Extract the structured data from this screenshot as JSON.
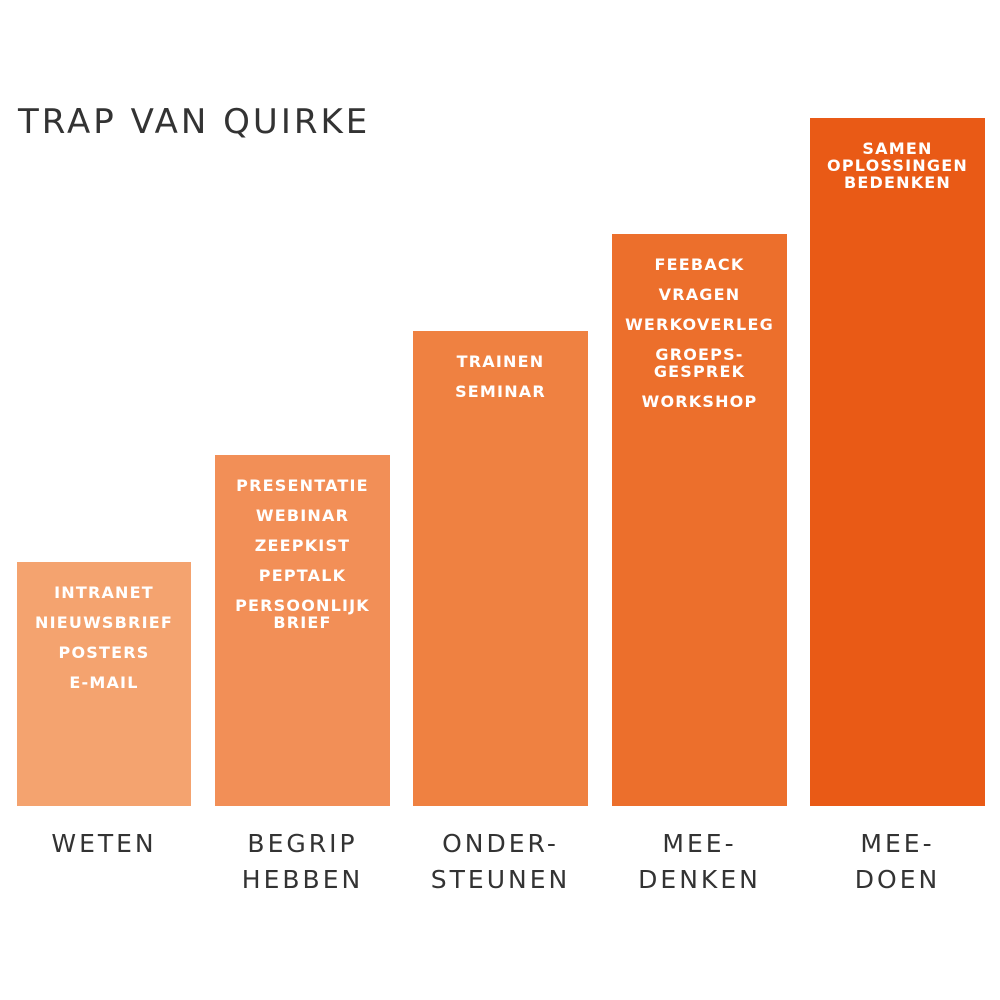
{
  "title": "TRAP VAN QUIRKE",
  "steps": [
    {
      "label": "WETEN",
      "color": "#F4A36F",
      "items": [
        "INTRANET",
        "NIEUWSBRIEF",
        "POSTERS",
        "E-MAIL"
      ]
    },
    {
      "label": "BEGRIP\nHEBBEN",
      "color": "#F28F57",
      "items": [
        "PRESENTATIE",
        "WEBINAR",
        "ZEEPKIST",
        "PEPTALK",
        "PERSOONLIJK\nBRIEF"
      ]
    },
    {
      "label": "ONDER-\nSTEUNEN",
      "color": "#EF8141",
      "items": [
        "TRAINEN",
        "SEMINAR"
      ]
    },
    {
      "label": "MEE-\nDENKEN",
      "color": "#EC6F2C",
      "items": [
        "FEEBACK",
        "VRAGEN",
        "WERKOVERLEG",
        "GROEPS-\nGESPREK",
        "WORKSHOP"
      ]
    },
    {
      "label": "MEE-\nDOEN",
      "color": "#E95A16",
      "items": [
        "SAMEN\nOPLOSSINGEN\nBEDENKEN"
      ]
    }
  ]
}
